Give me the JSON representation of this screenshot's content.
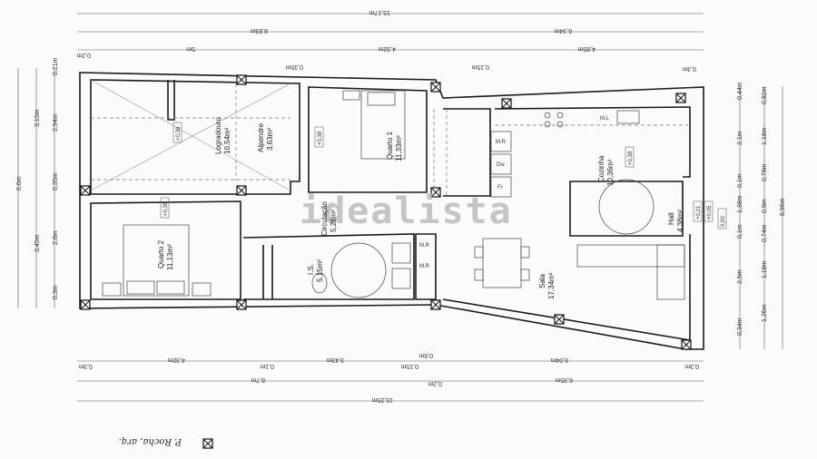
{
  "title": "Floor plan (apartment, T2)",
  "watermark": "idealista",
  "dimensions": {
    "top": {
      "row1": [
        "15,17m"
      ],
      "row2": [
        "8,83m",
        "6,34m"
      ],
      "row3": [
        "0,2m",
        "5m",
        "4,32m",
        "4,85m",
        "0,3m"
      ],
      "inner": [
        "0,35m",
        "0,15m"
      ]
    },
    "bottom": {
      "row1": [
        "0,3m",
        "4,32m",
        "0,1m",
        "3,43m",
        "0,15m",
        "0,6m",
        "6,04m",
        "0,3m"
      ],
      "row2": [
        "8,7m",
        "0,2m",
        "6,35m"
      ],
      "row3": [
        "15,25m"
      ]
    },
    "left": {
      "outer": [
        "6,6m"
      ],
      "mid": [
        "3,15m",
        "3,45m"
      ],
      "inner": [
        "0,21m",
        "2,94m",
        "0,35m",
        "2,8m",
        "0,3m"
      ]
    },
    "right": {
      "inner": [
        "0,44m",
        "2,1m",
        "0,1m",
        "1,38m",
        "0,1m",
        "2,5m",
        "0,34m"
      ],
      "mid": [
        "0,82m",
        "1,18m",
        "0,78m",
        "0,9m",
        "0,74m",
        "1,18m",
        "1,26m"
      ],
      "outer": [
        "6,96m"
      ]
    }
  },
  "rooms": [
    {
      "name": "Logradouro",
      "area": "10,54m²"
    },
    {
      "name": "Alpendre",
      "area": "3,63m²"
    },
    {
      "name": "Quarto 1",
      "area": "11,33m²"
    },
    {
      "name": "Quarto 2",
      "area": "11,13m²"
    },
    {
      "name": "Circulação",
      "area": "5,28m²"
    },
    {
      "name": "I.S.",
      "area": "5,15m²"
    },
    {
      "name": "Cozinha",
      "area": "10,36m²"
    },
    {
      "name": "Hall",
      "area": "4,38m²"
    },
    {
      "name": "Sala",
      "area": "17,34m²"
    }
  ],
  "levels": [
    "+0,38",
    "+0,38",
    "+0,38",
    "+0,38",
    "+0,21",
    "+0,05",
    "0,00"
  ],
  "appliances": [
    "M.R",
    "Dw",
    "Fr",
    "M.L",
    "M.R",
    "M.R"
  ],
  "signature": "P. Rocha, arq.",
  "legend_symbol": "structural-column"
}
